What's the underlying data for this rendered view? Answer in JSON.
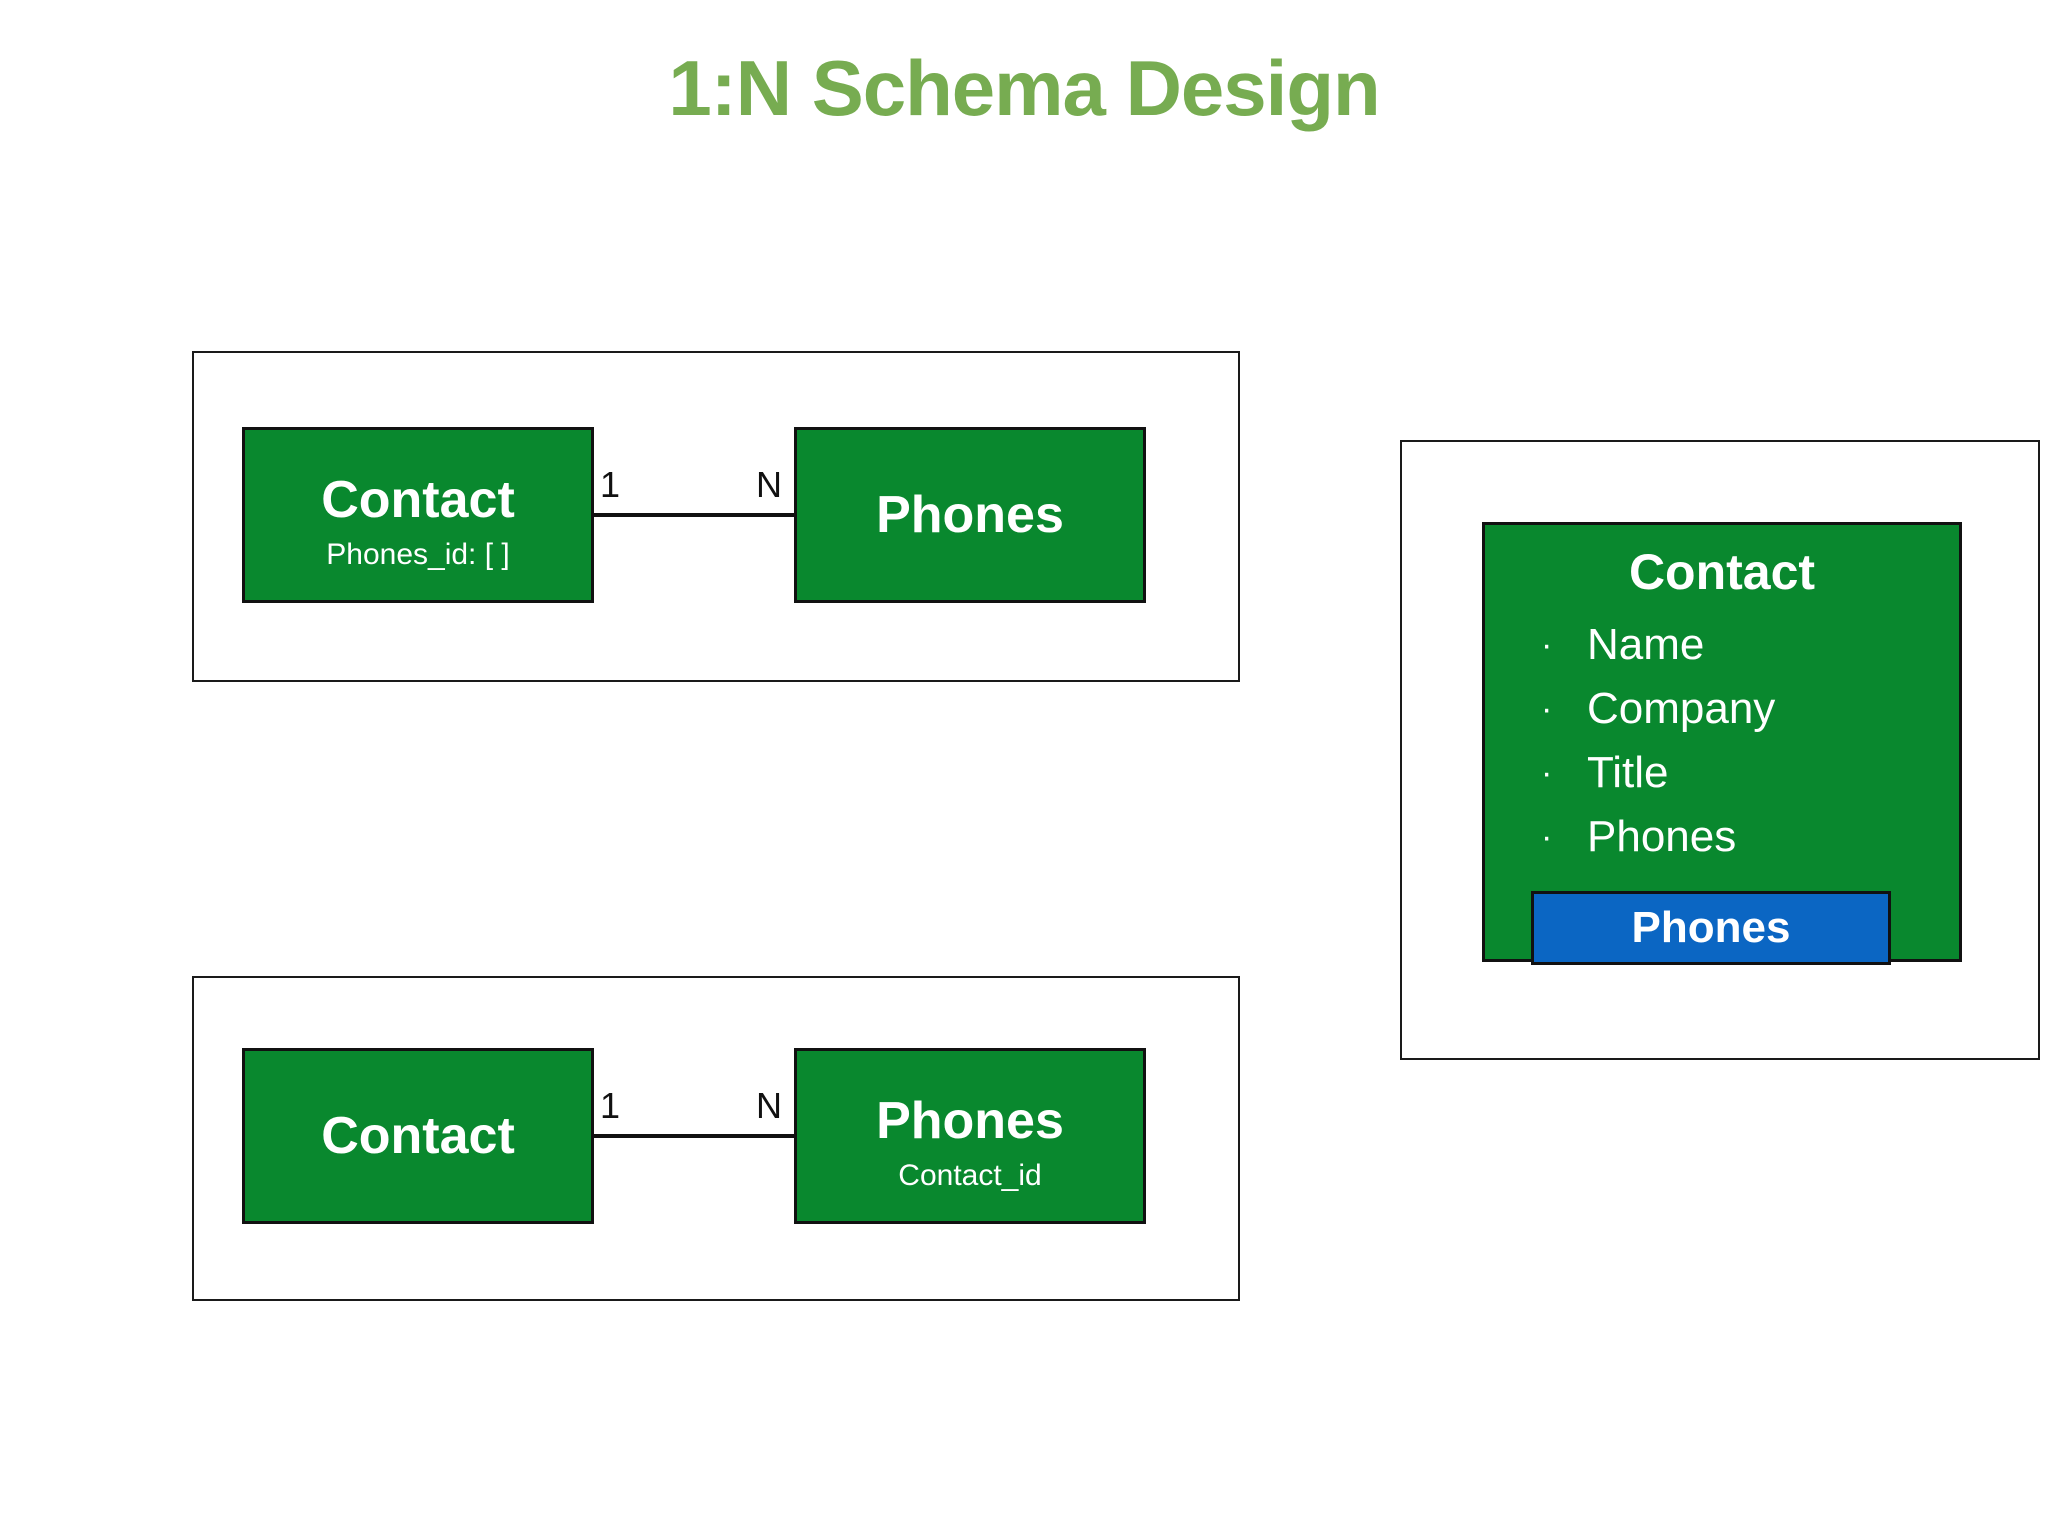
{
  "slide": {
    "title": "1:N Schema Design",
    "title_color": "#77ac51",
    "background_color": "#ffffff"
  },
  "palette": {
    "entity_green": "#09882e",
    "nested_blue": "#0b66c3",
    "border_black": "#111111",
    "text_white": "#ffffff"
  },
  "diagrams": {
    "embedded_array": {
      "left_entity": {
        "name": "Contact",
        "attribute": "Phones_id: [ ]"
      },
      "right_entity": {
        "name": "Phones",
        "attribute": ""
      },
      "relationship": {
        "left_cardinality": "1",
        "right_cardinality": "N"
      }
    },
    "foreign_key": {
      "left_entity": {
        "name": "Contact",
        "attribute": ""
      },
      "right_entity": {
        "name": "Phones",
        "attribute": "Contact_id"
      },
      "relationship": {
        "left_cardinality": "1",
        "right_cardinality": "N"
      }
    },
    "denormalized": {
      "entity": {
        "name": "Contact",
        "attributes": [
          {
            "bullet": "·",
            "label": "Name"
          },
          {
            "bullet": "·",
            "label": "Company"
          },
          {
            "bullet": "·",
            "label": "Title"
          },
          {
            "bullet": "·",
            "label": "Phones"
          }
        ],
        "nested_entity": {
          "name": "Phones"
        }
      }
    }
  }
}
